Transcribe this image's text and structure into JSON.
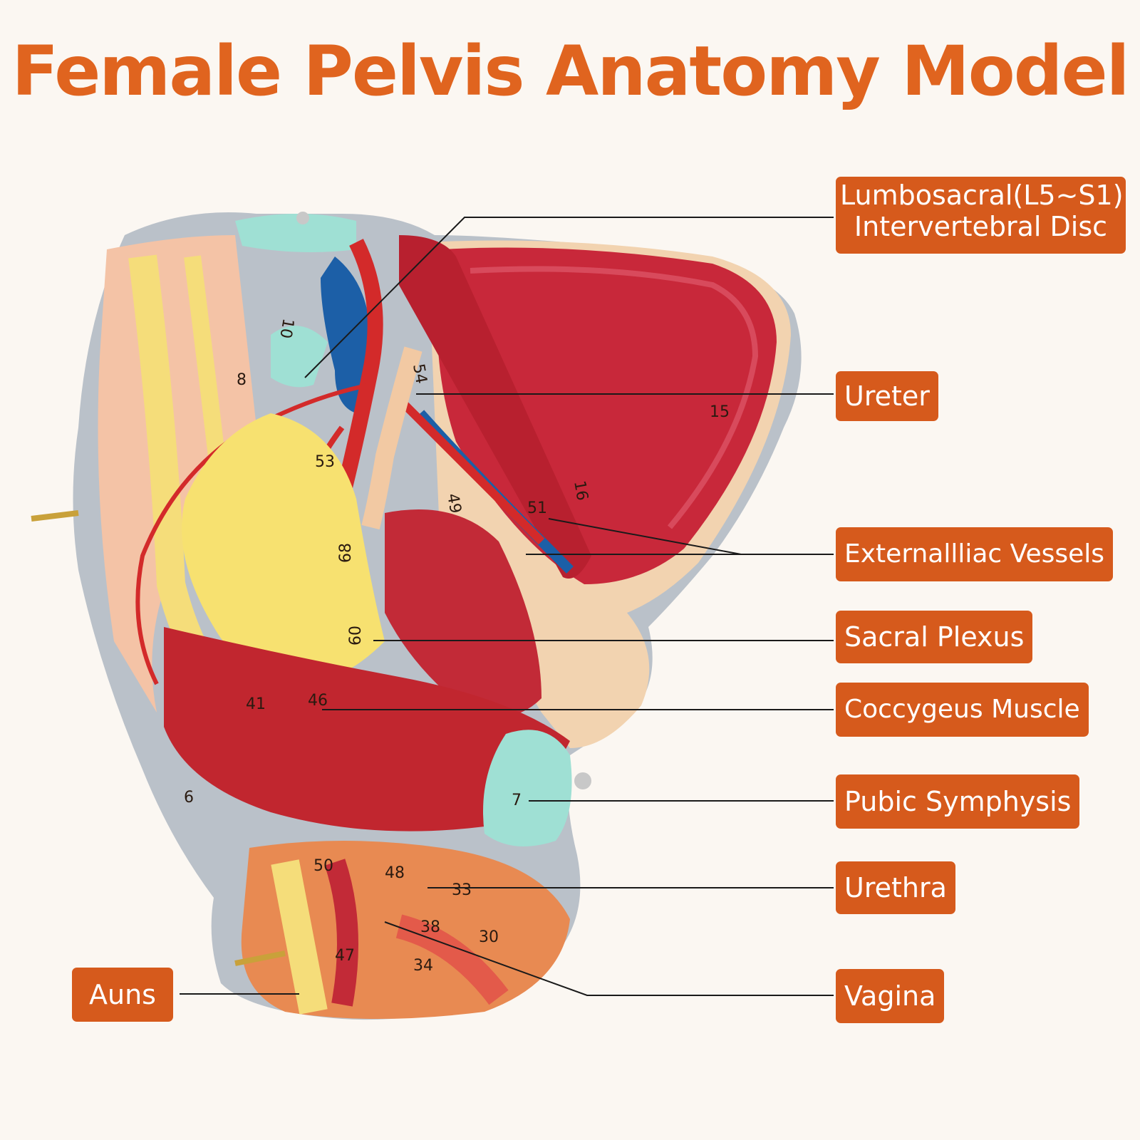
{
  "title": "Female Pelvis Anatomy Model",
  "colors": {
    "title": "#e0641f",
    "label_bg": "#d65a1c",
    "label_text": "#ffffff",
    "leader_line": "#1a1a1a",
    "background": "#fbf7f2"
  },
  "labels": {
    "lumbosacral_line1": "Lumbosacral(L5~S1)",
    "lumbosacral_line2": "Intervertebral Disc",
    "ureter": "Ureter",
    "external_iliac": "Externallliac Vessels",
    "sacral_plexus": "Sacral Plexus",
    "coccygeus": "Coccygeus Muscle",
    "pubic_symphysis": "Pubic Symphysis",
    "urethra": "Urethra",
    "vagina": "Vagina",
    "anus": "Auns"
  },
  "model_numbers": [
    "10",
    "8",
    "54",
    "15",
    "16",
    "53",
    "49",
    "51",
    "68",
    "60",
    "46",
    "41",
    "7",
    "50",
    "48",
    "33",
    "38",
    "30",
    "34",
    "47",
    "6"
  ]
}
